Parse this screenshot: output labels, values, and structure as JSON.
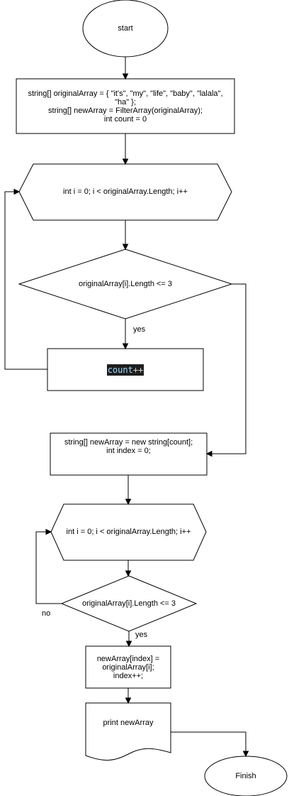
{
  "nodes": {
    "start": "start",
    "init": "string[] originalArray = { \"it's\", \"my\", \"life\", \"baby\", \"lalala\",\n\"ha\" };\nstring[] newArray = FilterArray(originalArray);\nint count = 0",
    "loop1": "int i = 0; i < originalArray.Length; i++",
    "cond1": "originalArray[i].Length <= 3",
    "count_var": "count",
    "count_op": "++",
    "alloc": "string[] newArray = new string[count];\nint index = 0;",
    "loop2": "int i = 0; i < originalArray.Length; i++",
    "cond2": "originalArray[i].Length <= 3",
    "assign": "newArray[index] =\noriginalArray[i];\nindex++;",
    "print": "print newArray",
    "finish": "Finish"
  },
  "edges": {
    "yes1": "yes",
    "yes2": "yes",
    "no2": "no"
  },
  "colors": {
    "stroke": "#000000",
    "fill": "#ffffff",
    "code_bg": "#1e1e1e",
    "code_fg": "#9cdcfe"
  }
}
